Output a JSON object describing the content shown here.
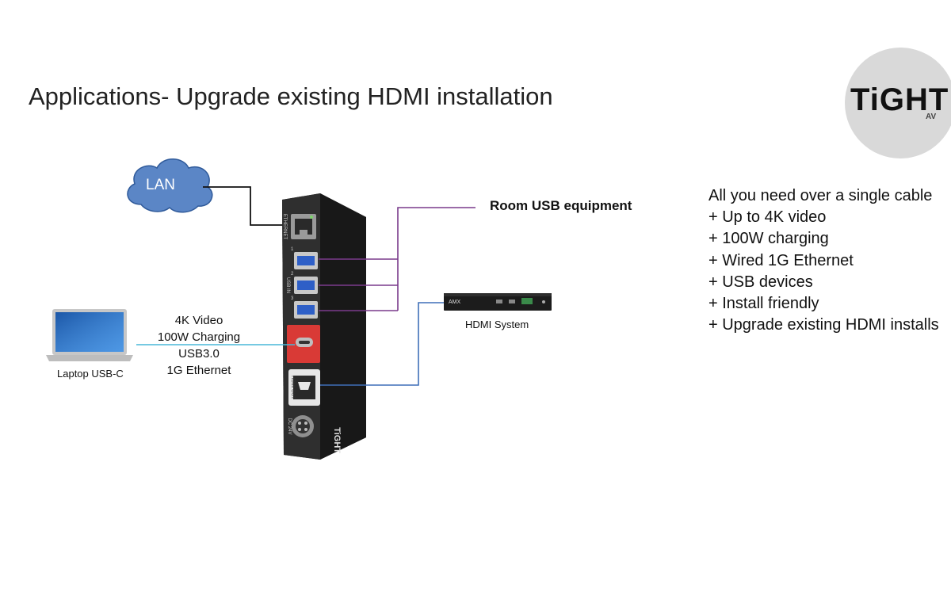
{
  "title": "Applications- Upgrade existing HDMI installation",
  "logo": {
    "word": "TiGHT",
    "sub": "AV"
  },
  "features": [
    "All you need over a single cable",
    "+ Up to 4K video",
    "+ 100W charging",
    "+ Wired 1G Ethernet",
    "+ USB devices",
    "+ Install friendly",
    "+ Upgrade existing HDMI installs"
  ],
  "lan_label": "LAN",
  "room_usb_label": "Room USB equipment",
  "hdmi_system_label": "HDMI System",
  "laptop_label": "Laptop USB-C",
  "cable_caption": [
    "4K Video",
    "100W Charging",
    "USB3.0",
    "1G Ethernet"
  ],
  "device": {
    "brand": "TiGHT",
    "port_labels": [
      "ETHERNET",
      "USB IN",
      "HDMI OUT",
      "DC 24V"
    ],
    "usb_numbers": [
      "1",
      "2",
      "3"
    ]
  },
  "hdmi_system_brand": "AMX",
  "colors": {
    "usb_lines": "#7a3a8c",
    "hdmi_line": "#3f6fb8",
    "laptop_line": "#49b7d8",
    "lan_line": "#111111",
    "lan_cloud": "#5b86c6",
    "device_body": "#2b2b2b",
    "usb_c_highlight": "#d93a36"
  }
}
